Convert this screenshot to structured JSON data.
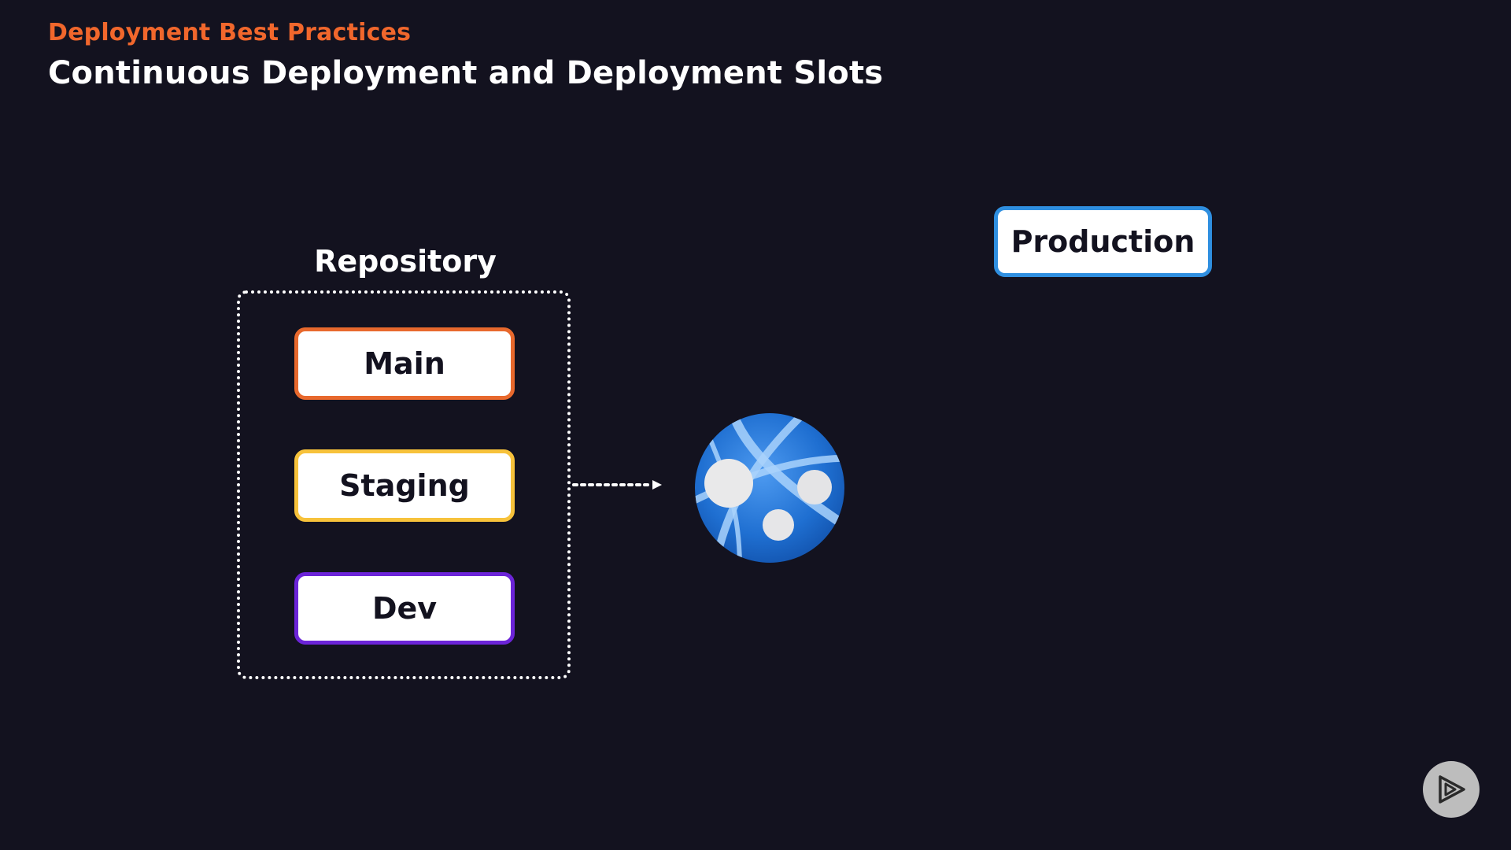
{
  "header": {
    "eyebrow": "Deployment Best Practices",
    "title": "Continuous Deployment and Deployment Slots"
  },
  "repository": {
    "label": "Repository",
    "branches": [
      {
        "label": "Main",
        "color": "#e8692d"
      },
      {
        "label": "Staging",
        "color": "#f7c23b"
      },
      {
        "label": "Dev",
        "color": "#6c24d8"
      }
    ]
  },
  "target": {
    "icon": "web-app-globe-icon",
    "slot_label": "Production",
    "slot_color": "#2f8fe0"
  },
  "colors": {
    "background": "#13121f",
    "accent": "#f1672c"
  },
  "controls": {
    "player_icon": "play-logo-icon"
  }
}
